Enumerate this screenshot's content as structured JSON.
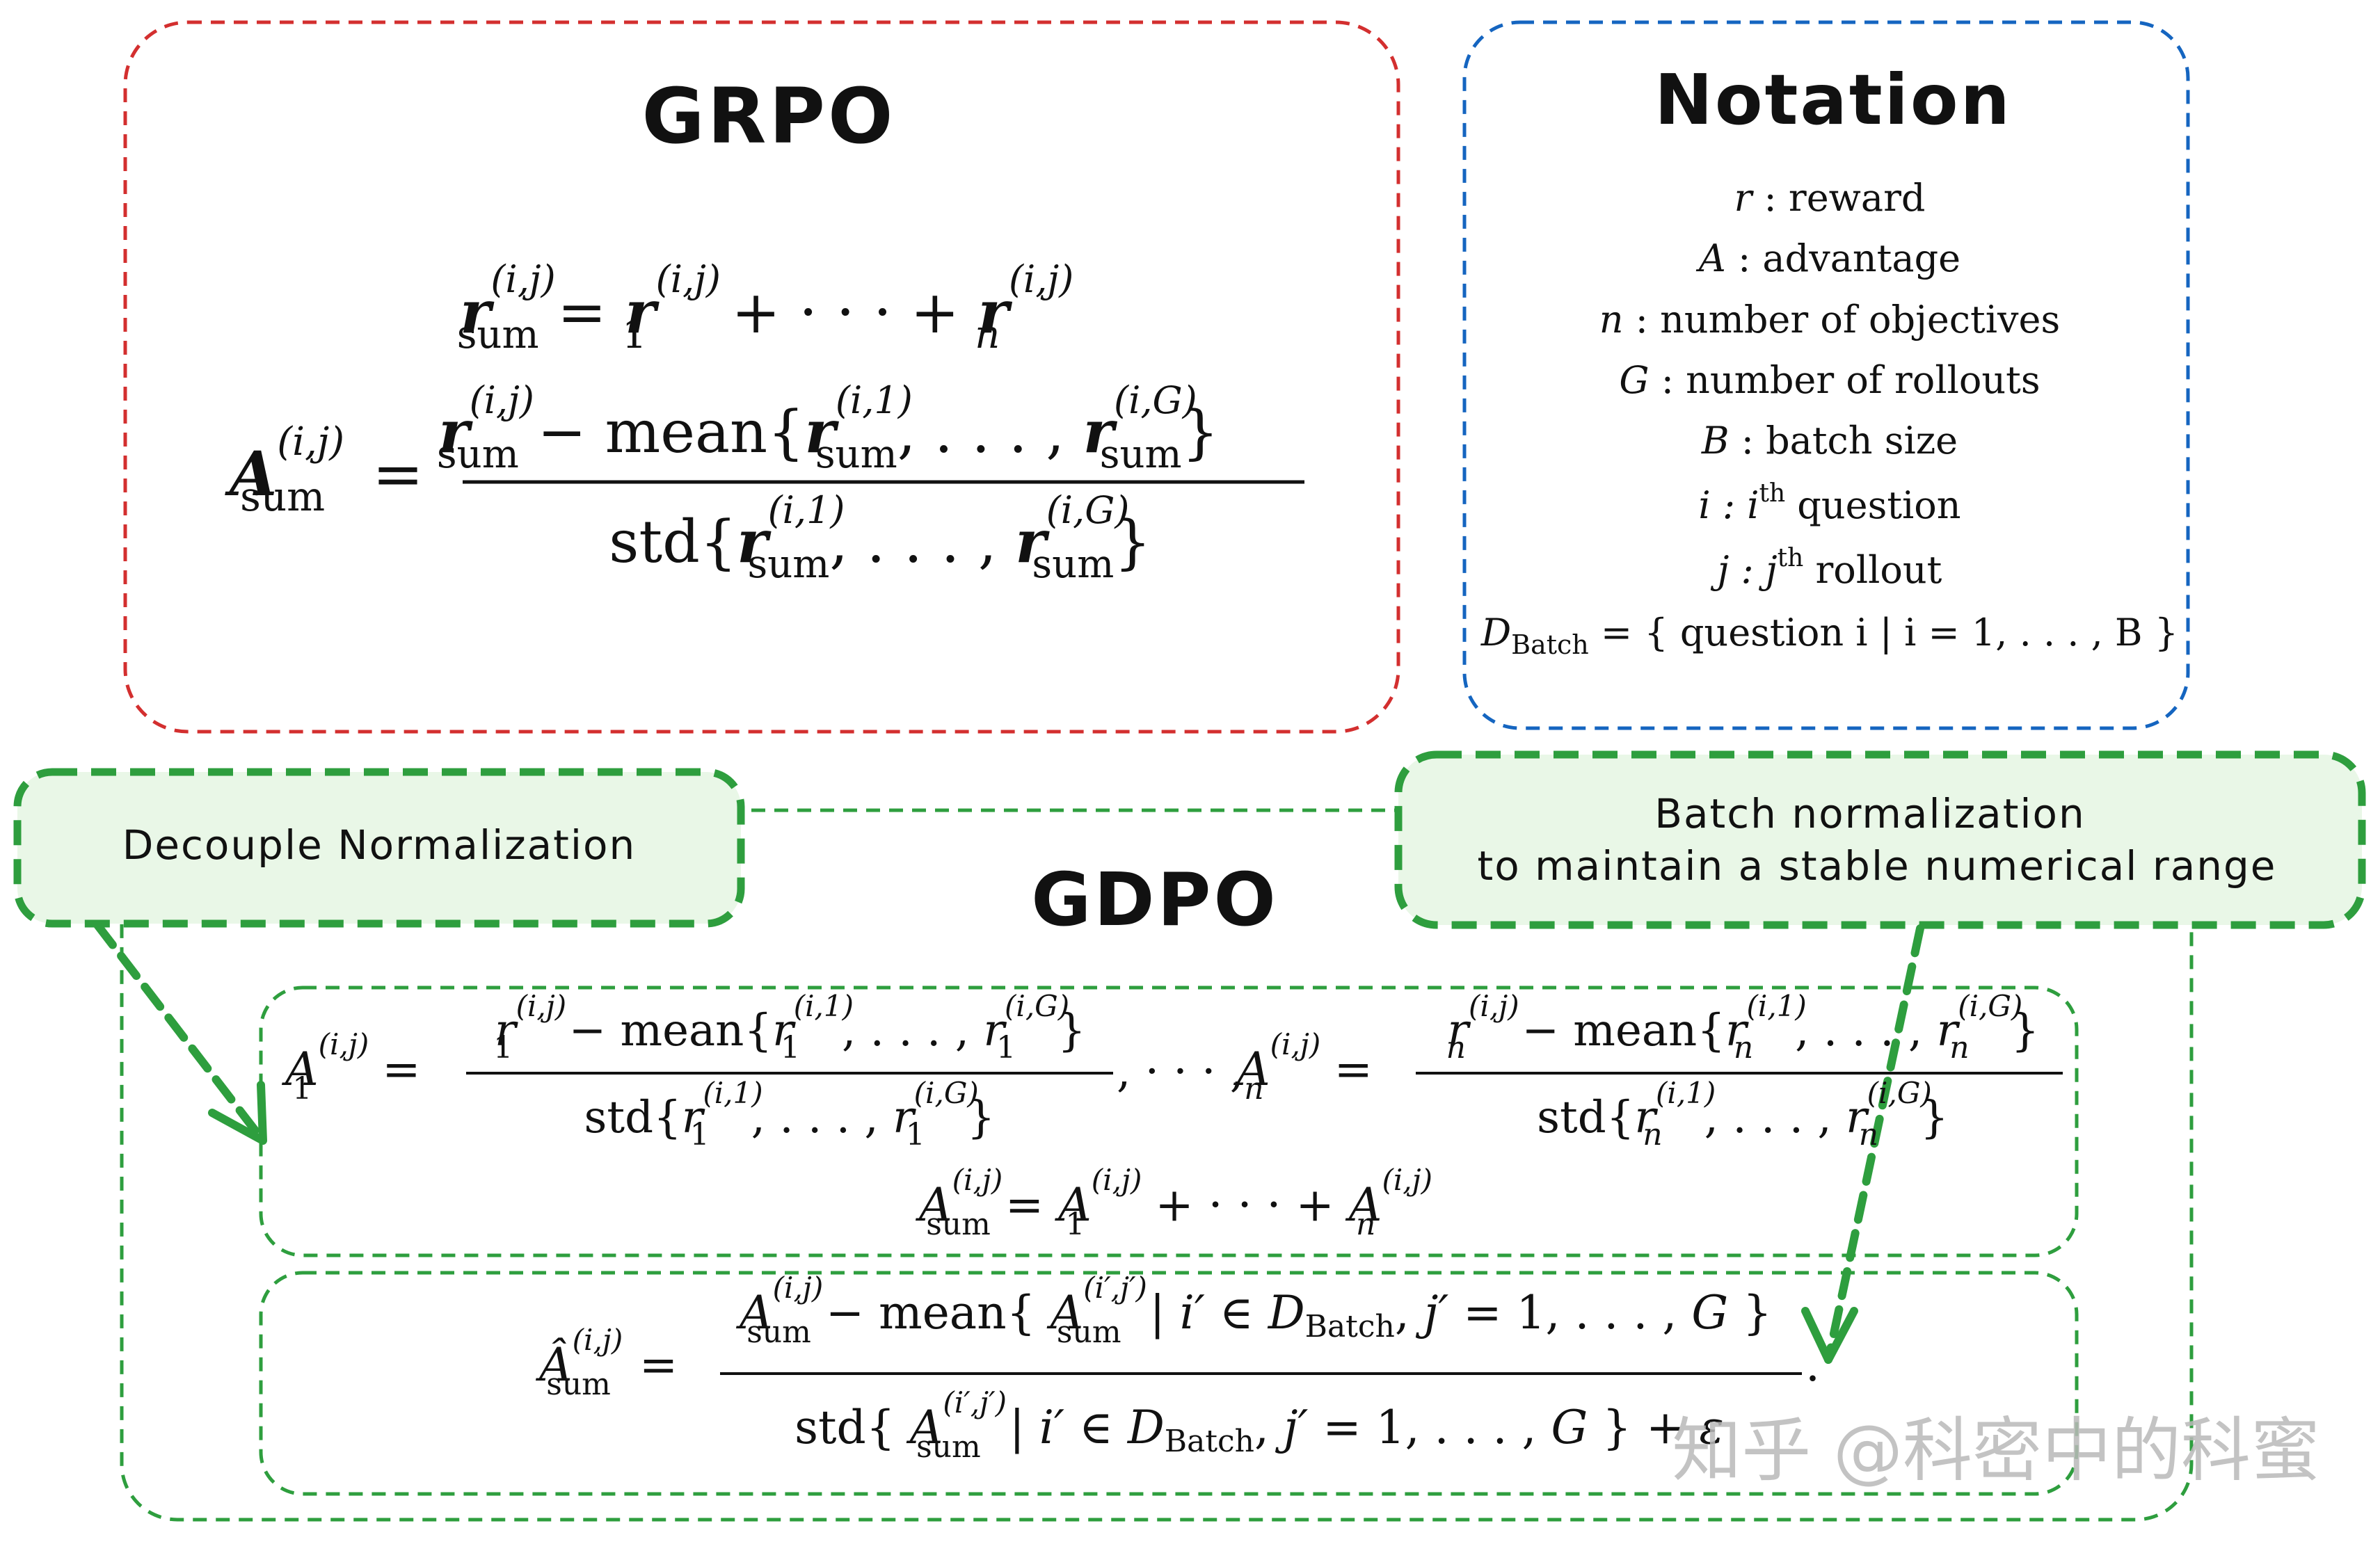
{
  "grpo": {
    "title": "GRPO",
    "eq1": {
      "lhs": "r_sum^(i,j)",
      "rhs": "= r_1^(i,j) + ··· + r_n^(i,j)"
    },
    "eq2": {
      "lhs": "A_sum^(i,j) =",
      "numerator": "r_sum^(i,j) − mean{ r_sum^(i,1), . . . , r_sum^(i,G) }",
      "denominator": "std{ r_sum^(i,1), . . . , r_sum^(i,G) }"
    }
  },
  "notation": {
    "title": "Notation",
    "items": [
      {
        "symbol": "r",
        "sup": "",
        "desc": " : reward"
      },
      {
        "symbol": "A",
        "sup": "",
        "desc": " : advantage"
      },
      {
        "symbol": "n",
        "sup": "",
        "desc": " : number of objectives"
      },
      {
        "symbol": "G",
        "sup": "",
        "desc": " : number of rollouts"
      },
      {
        "symbol": "B",
        "sup": "",
        "desc": " : batch size"
      },
      {
        "symbol": "i",
        "sup": "th",
        "desc": " question",
        "mid": " : i"
      },
      {
        "symbol": "j",
        "sup": "th",
        "desc": " rollout",
        "mid": " : j"
      }
    ],
    "dbatch": {
      "symbol": "D",
      "sub": "Batch",
      "rest": " = { question i | i = 1, . . . , B }"
    }
  },
  "gdpo": {
    "title": "GDPO",
    "callout_left": "Decouple Normalization",
    "callout_right_line1": "Batch normalization",
    "callout_right_line2": "to maintain a stable numerical range",
    "eq_a1": {
      "lhs": "A_1^(i,j) =",
      "numerator": "r_1^(i,j) − mean{ r_1^(i,1), . . . , r_1^(i,G) }",
      "denominator": "std{ r_1^(i,1), . . . , r_1^(i,G) }",
      "sep": ", · · · ,"
    },
    "eq_an": {
      "lhs": "A_n^(i,j) =",
      "numerator": "r_n^(i,j) − mean{ r_n^(i,1), . . . , r_n^(i,G) }",
      "denominator": "std{ r_n^(i,1), . . . , r_n^(i,G) }"
    },
    "eq_sum": "A_sum^(i,j) = A_1^(i,j) + · · · + A_n^(i,j)",
    "eq_hat": {
      "lhs": "Â_sum^(i,j) =",
      "numerator": "A_sum^(i,j) − mean{ A_sum^(i',j') | i' ∈ D_Batch, j' = 1, . . . , G }",
      "denominator": "std{ A_sum^(i',j') | i' ∈ D_Batch, j' = 1, . . . , G } + ε",
      "trail": "."
    }
  },
  "watermark": "知乎 @科密中的科蜜",
  "colors": {
    "grpo_border": "#d32f2f",
    "notation_border": "#1565c0",
    "gdpo_border": "#2e9e3e",
    "callout_fill": "#e9f7e7",
    "text": "#111111"
  }
}
